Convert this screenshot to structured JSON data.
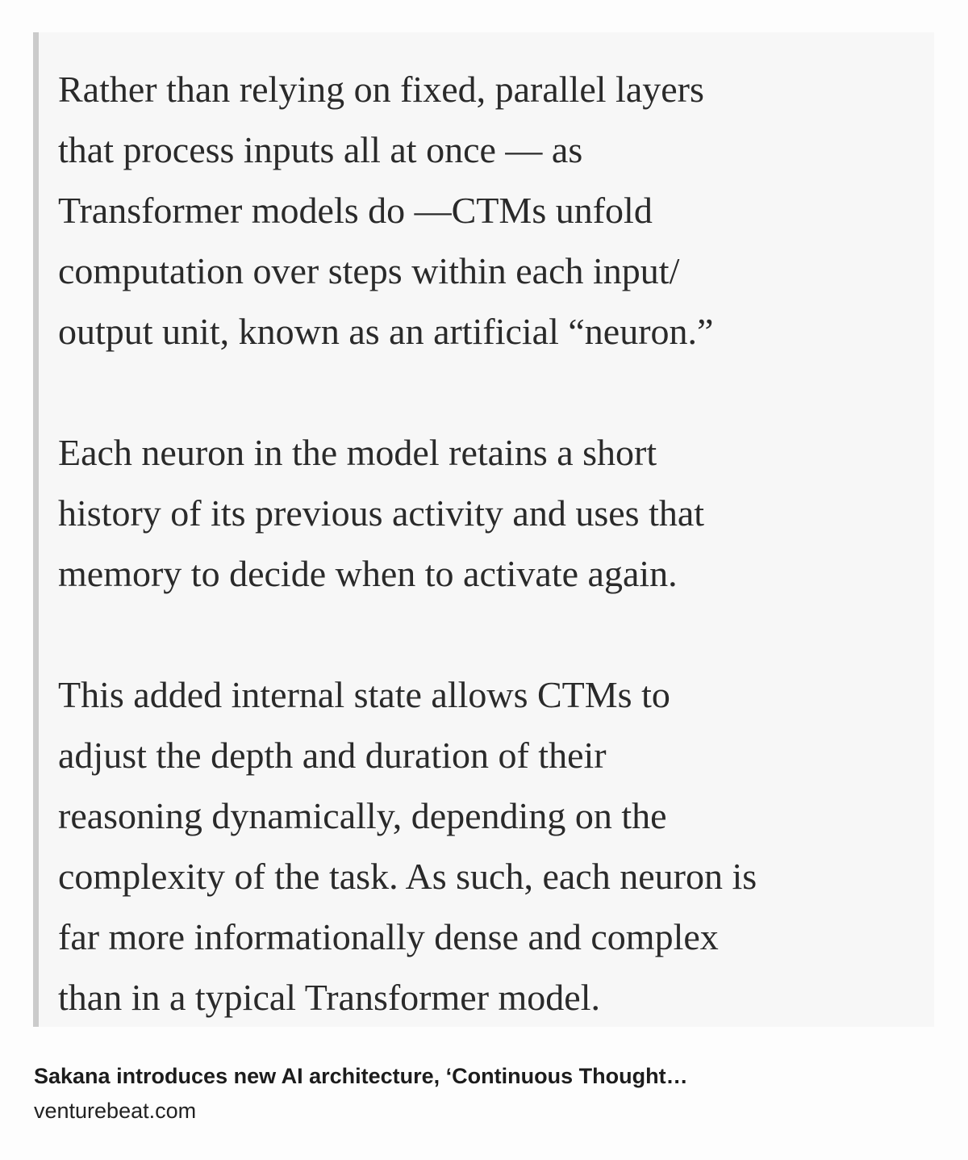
{
  "quote": {
    "paragraphs": [
      {
        "lines": [
          "Rather than relying on fixed, parallel layers",
          "that process inputs all at once — as",
          "Transformer models do —CTMs unfold",
          "computation over steps within each input/",
          "output unit, known as an artificial “neuron.”"
        ]
      },
      {
        "lines": [
          "Each neuron in the model retains a short",
          "history of its previous activity and uses that",
          "memory to decide when to activate again."
        ]
      },
      {
        "lines": [
          "This added internal state allows CTMs to",
          "adjust the depth and duration of their",
          "reasoning dynamically, depending on the",
          "complexity of the task. As such, each neuron is",
          "far more informationally dense and complex",
          "than in a typical Transformer model."
        ]
      }
    ]
  },
  "link_card": {
    "title": "Sakana introduces new AI architecture, ‘Continuous Thought…",
    "domain": "venturebeat.com"
  }
}
